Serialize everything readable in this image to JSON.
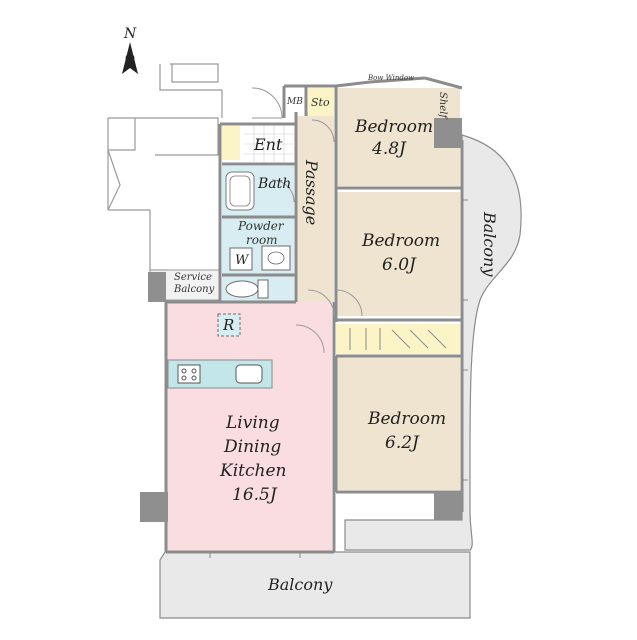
{
  "compass": {
    "label": "N",
    "icon": "north-arrow-icon"
  },
  "rooms": {
    "bedroom_1": {
      "name": "Bedroom",
      "size": "4.8J"
    },
    "bedroom_2": {
      "name": "Bedroom",
      "size": "6.0J"
    },
    "bedroom_3": {
      "name": "Bedroom",
      "size": "6.2J"
    },
    "ldk": {
      "line1": "Living",
      "line2": "Dining",
      "line3": "Kitchen",
      "size": "16.5J"
    },
    "passage": "Passage",
    "entrance": "Ent",
    "bath": "Bath",
    "powder_room_line1": "Powder",
    "powder_room_line2": "room",
    "washer": "W",
    "fridge": "R",
    "storage": "Sto",
    "meter_box": "MB",
    "shelf": "Shelf",
    "bow_window": "Bow Window",
    "service_balcony_line1": "Service",
    "service_balcony_line2": "Balcony",
    "balcony_east": "Balcony",
    "balcony_south": "Balcony"
  },
  "colors": {
    "ldk": "#f9dde0",
    "bedroom": "#efe4cf",
    "passage": "#efe4cf",
    "wet_area": "#d7edf2",
    "storage": "#faf4c6",
    "balcony": "#e9e9e9",
    "wall": "#8c8c8c",
    "column": "#8f8f8f",
    "counter": "#c3e6ea"
  }
}
